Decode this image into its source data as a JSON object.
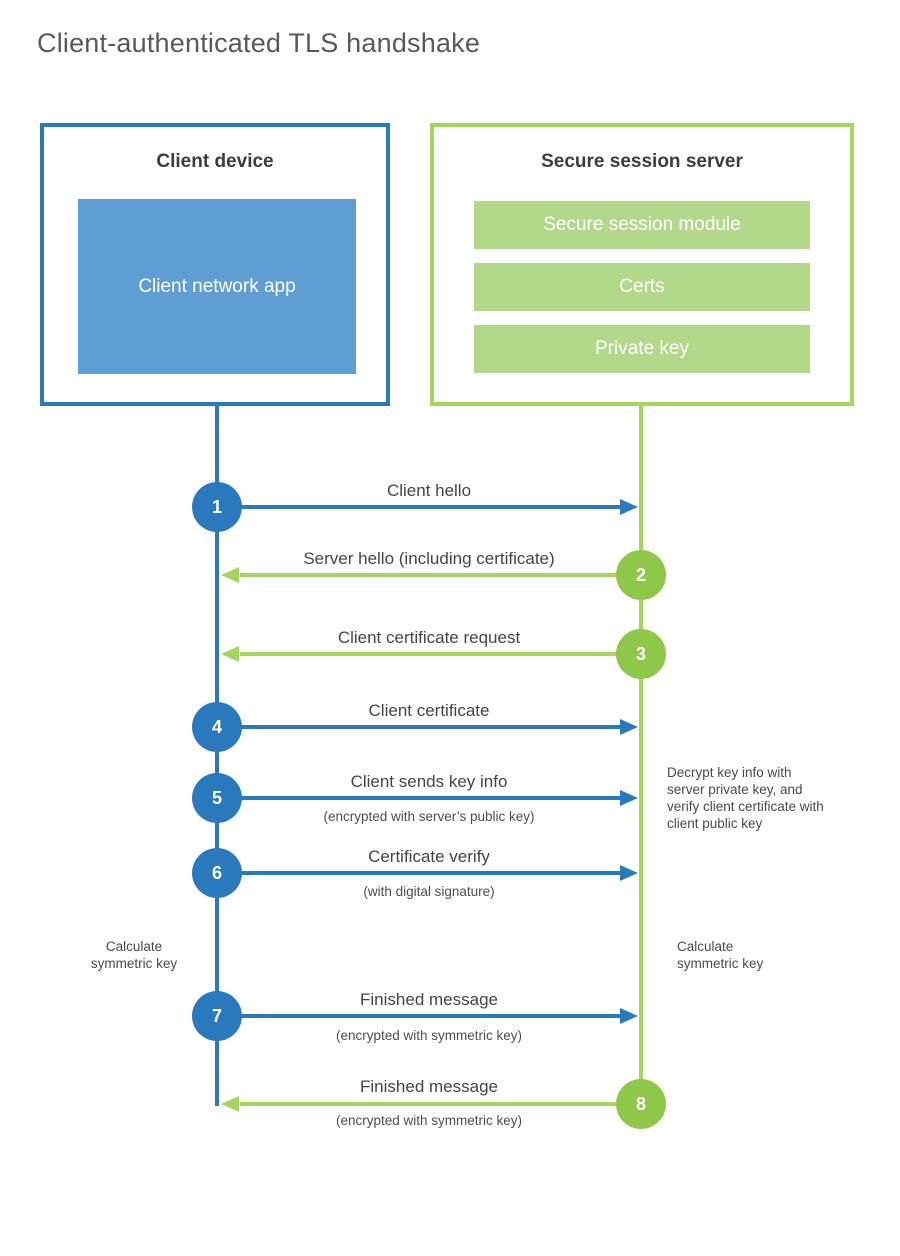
{
  "title": "Client-authenticated TLS handshake",
  "colors": {
    "blue_line": "#2b79bd",
    "blue_fill": "#5f9ed2",
    "green_line": "#a5d55c",
    "green_circle": "#8fc848",
    "green_fill": "#b2d88a",
    "title_text": "#595959",
    "label_text": "#454545"
  },
  "client_box": {
    "title": "Client device",
    "app_label": "Client network app"
  },
  "server_box": {
    "title": "Secure session server",
    "modules": [
      "Secure session module",
      "Certs",
      "Private key"
    ]
  },
  "steps": [
    {
      "number": "1",
      "label": "Client hello",
      "sublabel": "",
      "direction": "client-to-server"
    },
    {
      "number": "2",
      "label": "Server hello (including certificate)",
      "sublabel": "",
      "direction": "server-to-client"
    },
    {
      "number": "3",
      "label": "Client certificate request",
      "sublabel": "",
      "direction": "server-to-client"
    },
    {
      "number": "4",
      "label": "Client certificate",
      "sublabel": "",
      "direction": "client-to-server"
    },
    {
      "number": "5",
      "label": "Client sends key info",
      "sublabel": "(encrypted with server’s public key)",
      "direction": "client-to-server"
    },
    {
      "number": "6",
      "label": "Certificate verify",
      "sublabel": "(with digital signature)",
      "direction": "client-to-server"
    },
    {
      "number": "7",
      "label": "Finished message",
      "sublabel": "(encrypted with symmetric key)",
      "direction": "client-to-server"
    },
    {
      "number": "8",
      "label": "Finished message",
      "sublabel": "(encrypted with symmetric key)",
      "direction": "server-to-client"
    }
  ],
  "annotations": {
    "decrypt_note": "Decrypt key info with server private key, and verify client certificate with client public key",
    "calculate_left": "Calculate symmetric key",
    "calculate_right": "Calculate symmetric key"
  }
}
